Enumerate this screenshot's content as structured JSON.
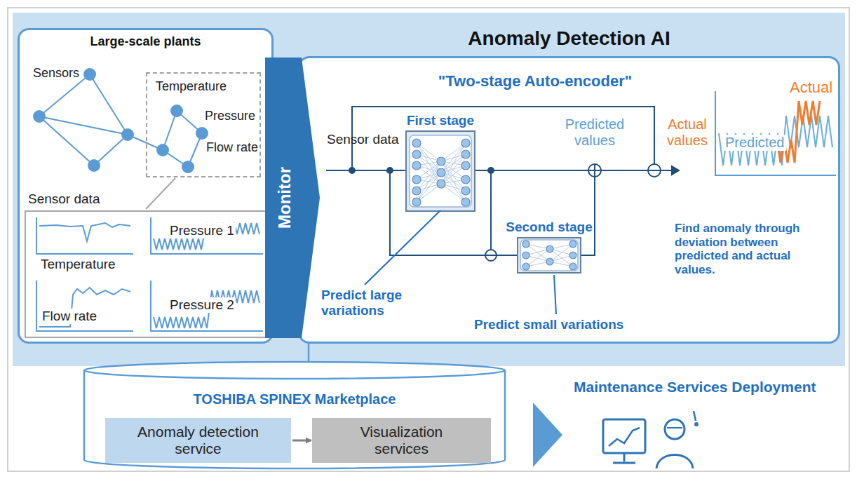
{
  "diagram": {
    "nodes": [
      {
        "text": [
          "Large-scale plants"
        ]
      },
      {
        "text": [
          "Temperature",
          "Pressure",
          "Flow rate"
        ],
        "in": 0
      },
      {
        "text": [
          "Sensor data"
        ],
        "in": 0
      },
      {
        "text": [
          "Monitor"
        ]
      },
      {
        "text": [
          "Anomaly Detection AI",
          "\"Two-stage Auto-encoder\""
        ]
      },
      {
        "text": [
          "First stage"
        ],
        "in": 4
      },
      {
        "text": [
          "Second stage"
        ],
        "in": 4
      },
      {
        "text": [
          "TOSHIBA SPINEX Marketplace"
        ]
      },
      {
        "text": [
          "Anomaly detection service"
        ],
        "in": 7
      },
      {
        "text": [
          "Visualization services"
        ],
        "in": 7
      }
    ],
    "edges": [
      {
        "from": 5,
        "to": 6,
        "arrow": "none"
      },
      {
        "from": 8,
        "to": 9,
        "arrow": "to"
      },
      {
        "from": 4,
        "to": 7,
        "arrow": "none"
      }
    ],
    "labels": [
      "Sensors",
      "Temperature",
      "Pressure 1",
      "Flow rate",
      "Pressure 2",
      "Sensor data",
      "Predicted values",
      "Actual values",
      "Actual",
      "Predicted",
      "Find anomaly through deviation between predicted and actual values.",
      "Predict large variations",
      "Predict small variations",
      "Maintenance Services Deployment"
    ]
  }
}
